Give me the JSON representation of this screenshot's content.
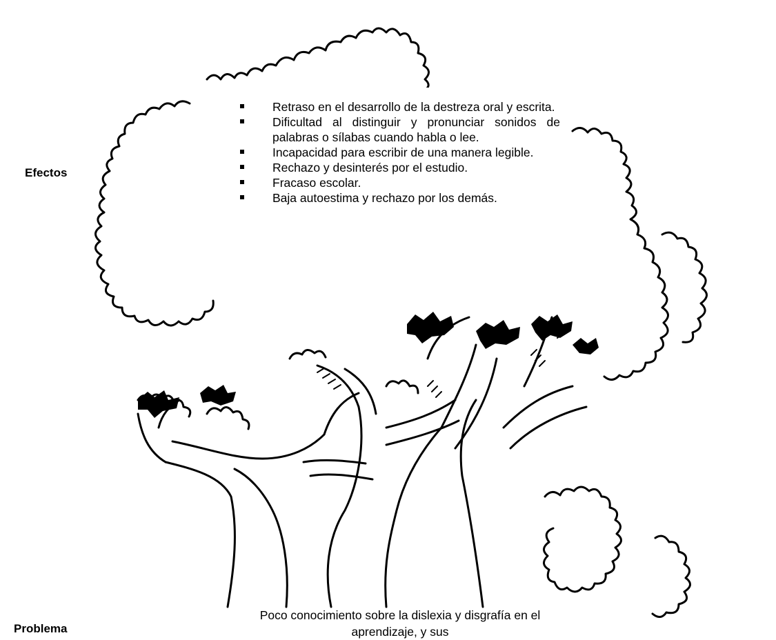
{
  "labels": {
    "effects": "Efectos",
    "problem": "Problema"
  },
  "effects": [
    "Retraso en el desarrollo de la destreza oral y escrita.",
    "Dificultad al distinguir y pronunciar sonidos de palabras o sílabas cuando habla o lee.",
    "Incapacidad para escribir de una manera legible.",
    "Rechazo y desinterés por el estudio.",
    "Fracaso escolar.",
    "Baja autoestima y rechazo por los demás."
  ],
  "problem_text": "Poco conocimiento sobre la dislexia y disgrafía en el aprendizaje, y sus",
  "colors": {
    "ink": "#000000",
    "paper": "#ffffff"
  }
}
